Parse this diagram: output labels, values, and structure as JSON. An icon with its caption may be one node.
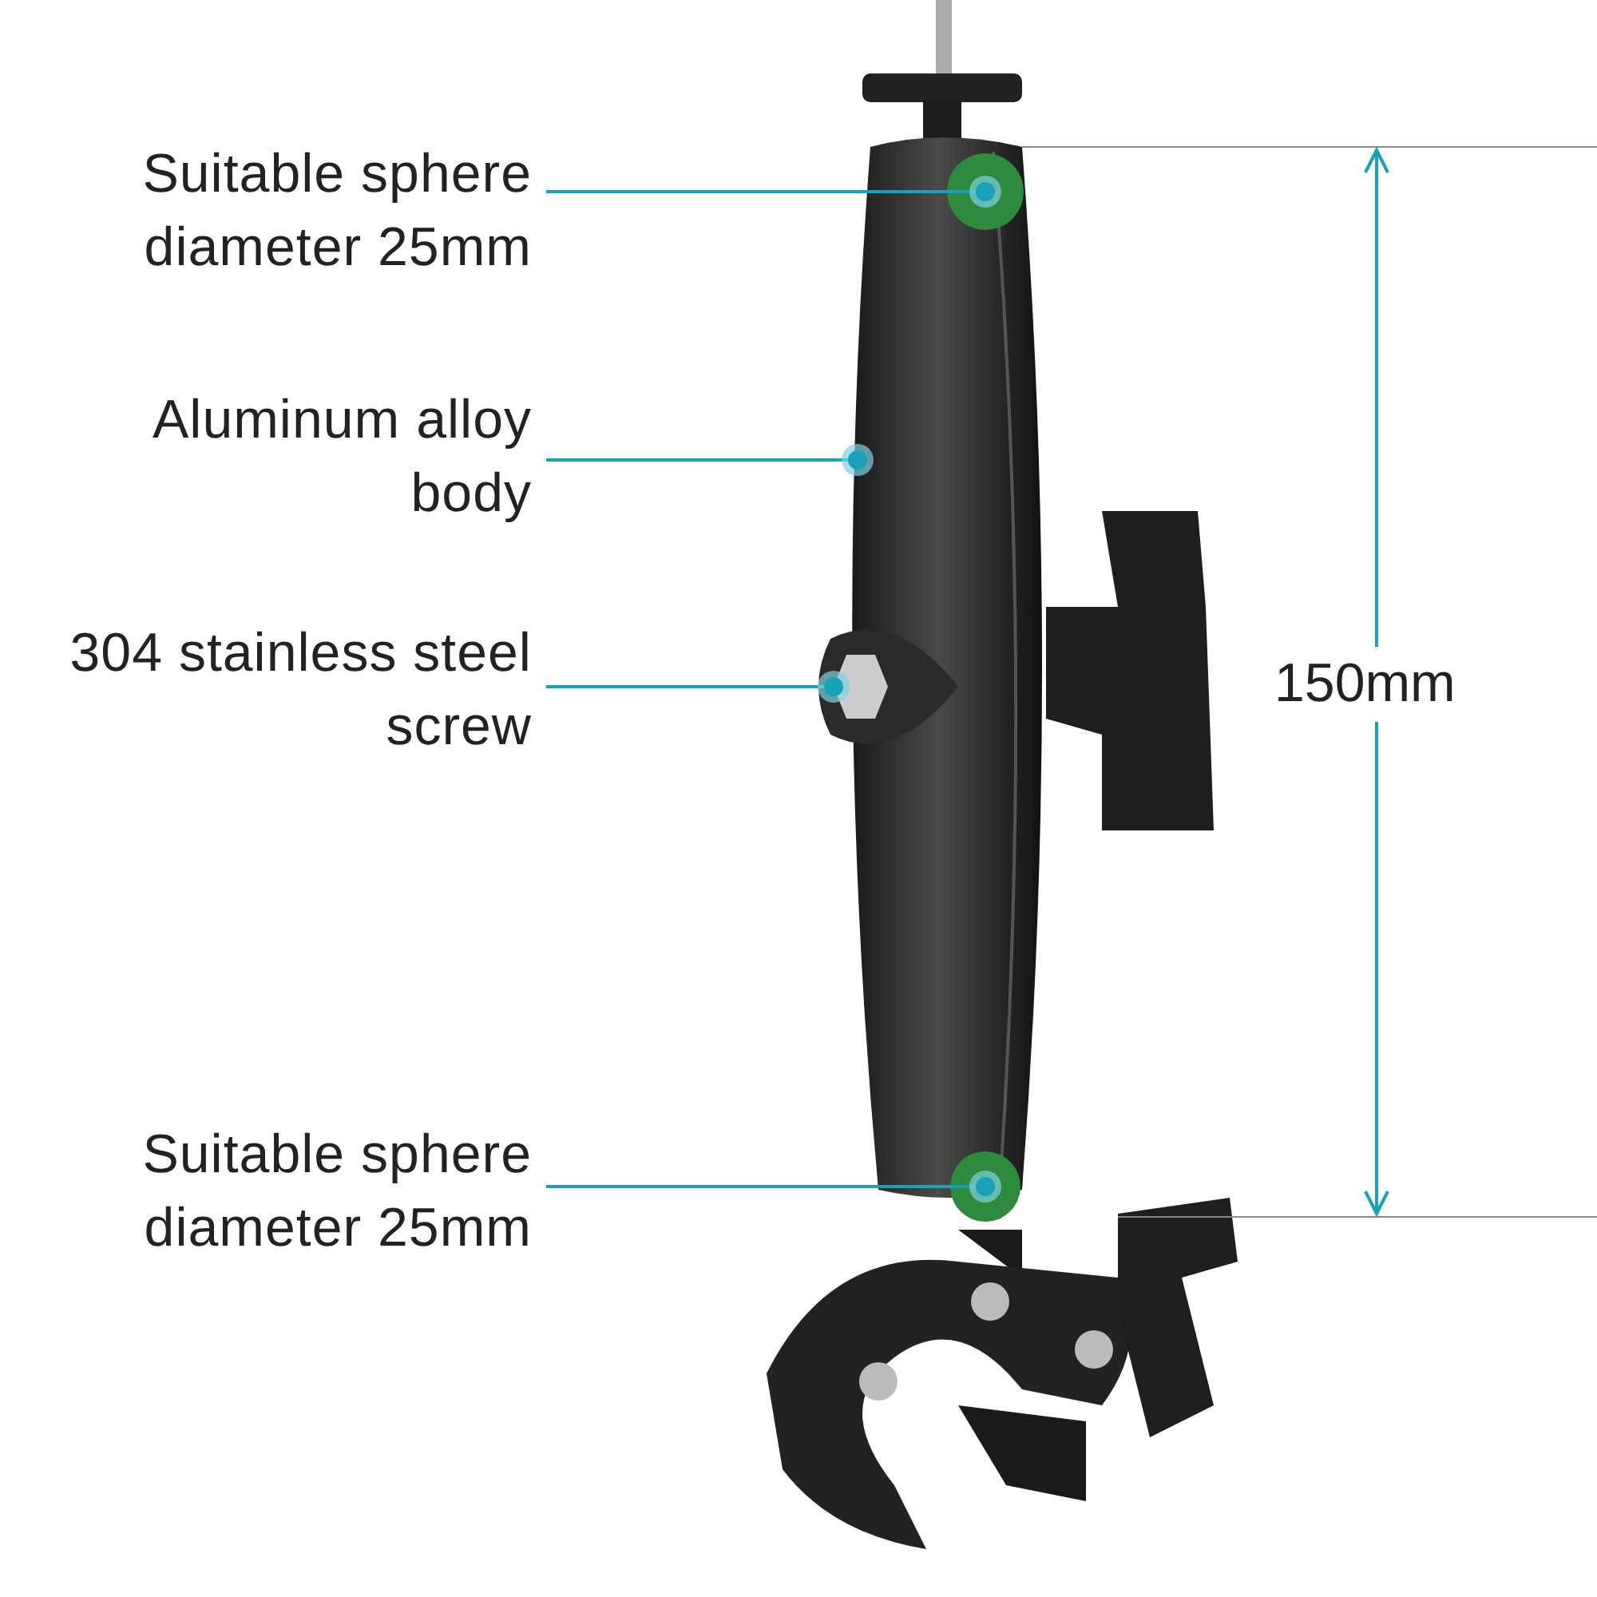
{
  "diagram": {
    "nodes": [
      {
        "text": [
          "Suitable sphere diameter 25mm"
        ]
      },
      {
        "text": [
          "Aluminum alloy body"
        ]
      },
      {
        "text": [
          "304 stainless steel screw"
        ]
      },
      {
        "text": [
          "Suitable sphere diameter 25mm"
        ]
      }
    ],
    "edges": [
      {
        "from": 0,
        "to": null,
        "arrow": "other"
      },
      {
        "from": 1,
        "to": null,
        "arrow": "other"
      },
      {
        "from": 2,
        "to": null,
        "arrow": "other"
      },
      {
        "from": 3,
        "to": null,
        "arrow": "other"
      }
    ],
    "labels": [
      "150mm"
    ]
  }
}
